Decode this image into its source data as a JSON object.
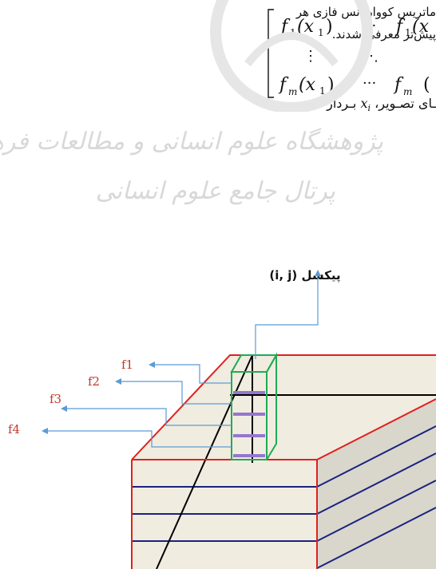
{
  "text": {
    "line1": "ماتریس کوواریانس فازی هر",
    "line2": "پیش‌تر معرفی شدند.",
    "line3_prefix": "ـای تصـویر، ",
    "line3_var": "x",
    "line3_sub": "i",
    "line3_suffix": " بـردار"
  },
  "matrix": {
    "r1c1_f": "f",
    "r1c1_sub": "1",
    "r1c1_arg": "(x",
    "r1c1_argsub": "1",
    "r1c1_close": ")",
    "dots_h": "···",
    "r1c3_f": "f",
    "r1c3_sub": "1",
    "r1c3_arg": "(x",
    "vdots": "⋮",
    "ddots": "⋱",
    "rmc1_f": "f",
    "rmc1_sub": "m",
    "rmc1_arg": "(x",
    "rmc1_argsub": "1",
    "rmc1_close": ")",
    "rmc3_f": "f",
    "rmc3_sub": "m",
    "rmc3_arg": "("
  },
  "watermark": {
    "line1": "پژوهشگاه علوم انسانی و مطالعات فرهنگی",
    "line2": "پرتال جامع علوم انسانی"
  },
  "figure": {
    "pixel_label": "پیکسل (i, j)",
    "features": [
      "f1",
      "f2",
      "f3",
      "f4"
    ],
    "colors": {
      "feature_text": "#c0392b",
      "arrow": "#5b9bd5",
      "pixel_box": "#22aa55",
      "block_edge": "#e02020",
      "layer_line": "#1a237e",
      "band": "#9575cd",
      "face": "#f0ece0",
      "side": "#d9d6cc"
    }
  }
}
